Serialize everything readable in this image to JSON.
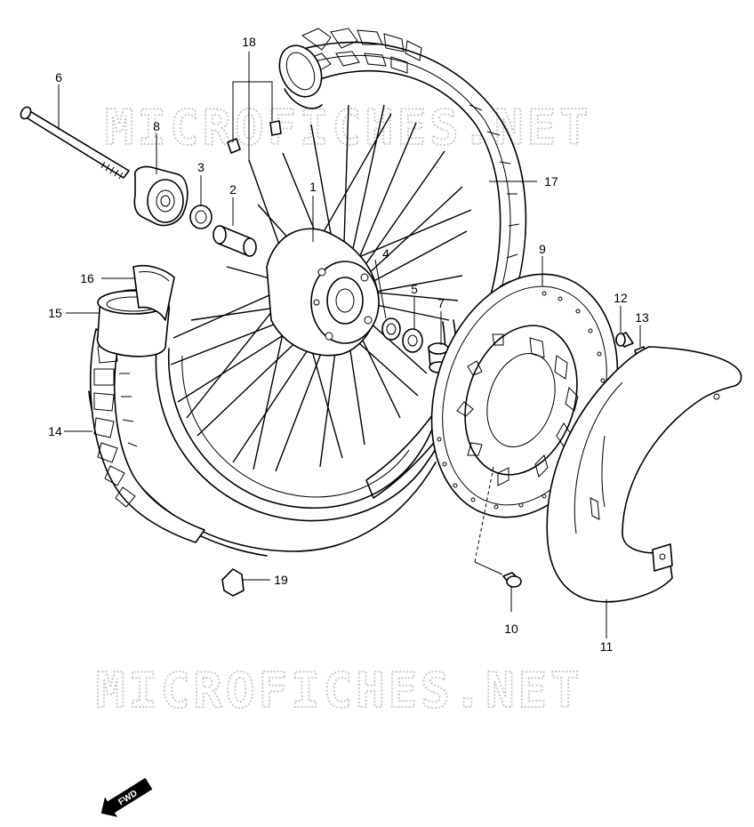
{
  "watermark": {
    "text": "MICROFICHES.NET"
  },
  "direction_badge": {
    "text": "FWD"
  },
  "callouts": {
    "p1": "1",
    "p2": "2",
    "p3": "3",
    "p4": "4",
    "p5": "5",
    "p6": "6",
    "p7": "7",
    "p8": "8",
    "p9": "9",
    "p10": "10",
    "p11": "11",
    "p12": "12",
    "p13": "13",
    "p14": "14",
    "p15": "15",
    "p16": "16",
    "p17": "17",
    "p18": "18",
    "p19": "19"
  }
}
